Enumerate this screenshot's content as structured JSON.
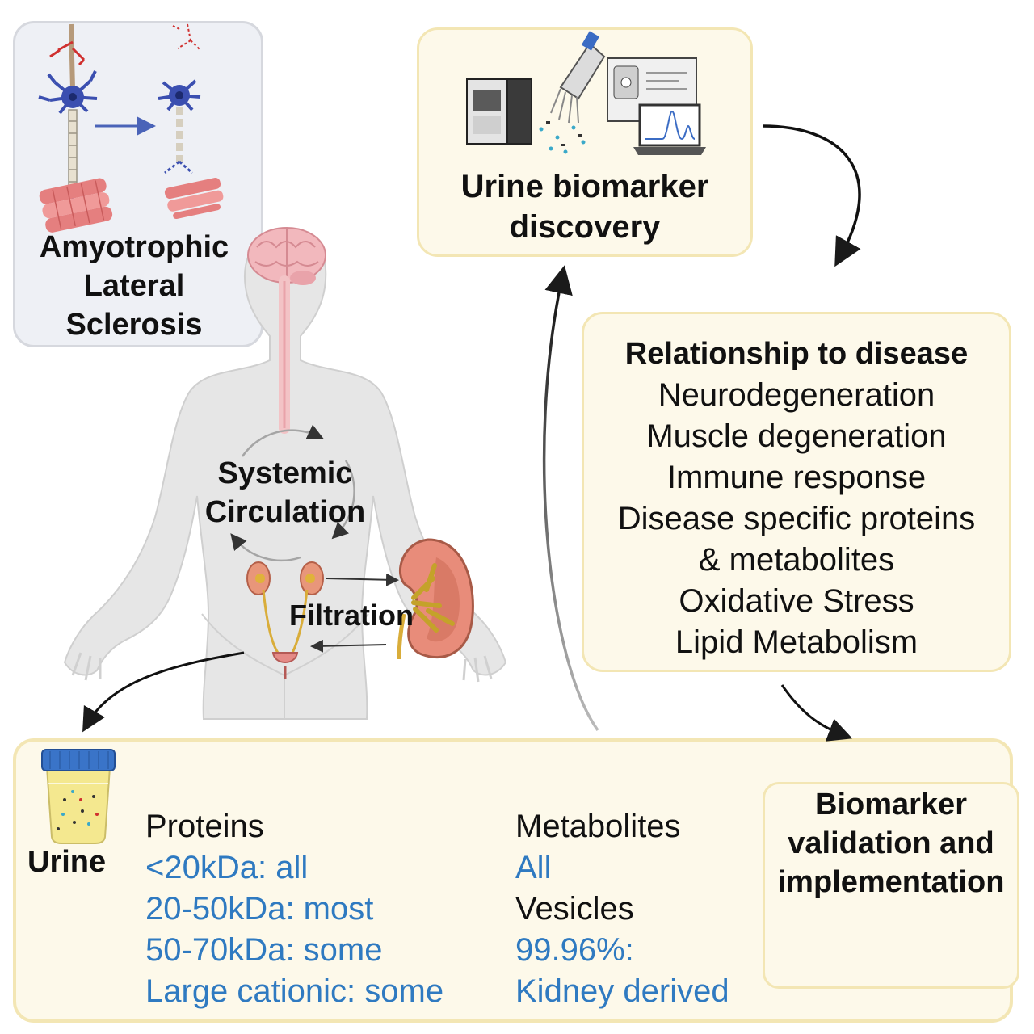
{
  "als": {
    "lines": [
      "Amyotrophic",
      "Lateral",
      "Sclerosis"
    ]
  },
  "discovery": {
    "lines": [
      "Urine biomarker",
      "discovery"
    ]
  },
  "relationship": {
    "title": "Relationship to disease",
    "items": [
      "Neurodegeneration",
      "Muscle degeneration",
      "Immune response",
      "Disease specific proteins",
      "& metabolites",
      "Oxidative Stress",
      "Lipid Metabolism"
    ]
  },
  "body": {
    "systemic_lines": [
      "Systemic",
      "Circulation"
    ],
    "filtration": "Filtration"
  },
  "urine": {
    "label": "Urine",
    "proteins_title": "Proteins",
    "proteins": [
      "<20kDa: all",
      "20-50kDa: most",
      "50-70kDa: some",
      "Large cationic: some"
    ],
    "metabolites_title": "Metabolites",
    "metabolites_value": "All",
    "vesicles_title": "Vesicles",
    "vesicles_values": [
      "99.96%:",
      "Kidney derived"
    ]
  },
  "validation": {
    "lines": [
      "Biomarker",
      "validation and",
      "implementation"
    ]
  },
  "colors": {
    "text_blue": "#2f7ac1",
    "box_fill": "#fdf9ea",
    "box_border": "#f3e6b4",
    "als_fill": "#eef0f5"
  }
}
